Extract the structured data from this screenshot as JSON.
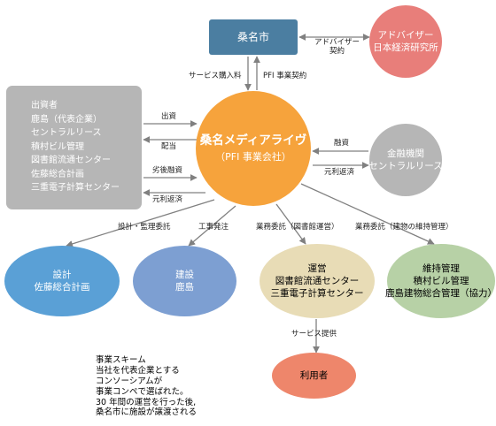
{
  "nodes": {
    "city": {
      "lines": [
        "桑名市"
      ]
    },
    "advisor": {
      "lines": [
        "アドバイザー",
        "日本経済研究所"
      ]
    },
    "investors": {
      "lines": [
        "出資者",
        "鹿島（代表企業）",
        "セントラルリース",
        "積村ビル管理",
        "図書館流通センター",
        "佐藤総合計画",
        "三重電子計算センター"
      ]
    },
    "spc": {
      "title": "桑名メディアライヴ",
      "subtitle": "（PFI 事業会社）"
    },
    "bank": {
      "lines": [
        "金融機関",
        "セントラルリース"
      ]
    },
    "design": {
      "lines": [
        "設計",
        "佐藤総合計画"
      ]
    },
    "construction": {
      "lines": [
        "建設",
        "鹿島"
      ]
    },
    "operation": {
      "lines": [
        "運営",
        "図書館流通センター",
        "三重電子計算センター"
      ]
    },
    "maintenance": {
      "lines": [
        "維持管理",
        "積村ビル管理",
        "鹿島建物総合管理（協力）"
      ]
    },
    "users": {
      "lines": [
        "利用者"
      ]
    }
  },
  "edge_labels": {
    "advisor_contract": [
      "アドバイザー",
      "契約"
    ],
    "service_fee": "サービス購入料",
    "pfi_contract": "PFI 事業契約",
    "investment": "出資",
    "dividend": "配当",
    "subordinated_loan": "劣後融資",
    "repayment_left": "元利返済",
    "financing": "融資",
    "repayment_right": "元利返済",
    "design_outsourcing": "設計・監理委託",
    "construction_order": "工事発注",
    "outsourcing_library": "業務委託（図書館運営）",
    "outsourcing_maintenance": "業務委託（建物の維持管理）",
    "service_provision": "サービス提供"
  },
  "caption": {
    "lines": [
      "事業スキーム",
      "当社を代表企業とする",
      "コンソーシアムが",
      "事業コンペで選ばれた。",
      "30 年間の運営を行った後,",
      "桑名市に施設が譲渡される"
    ]
  },
  "colors": {
    "city": "#4b7ea1",
    "advisor": "#e87e7a",
    "gray": "#b6b6b6",
    "spc": "#f6a33c",
    "design": "#5aa0d6",
    "construction": "#7d9fd2",
    "operation": "#e8dcb6",
    "maintenance": "#b7d1a6",
    "users": "#ee866b",
    "arrow": "#808080"
  }
}
